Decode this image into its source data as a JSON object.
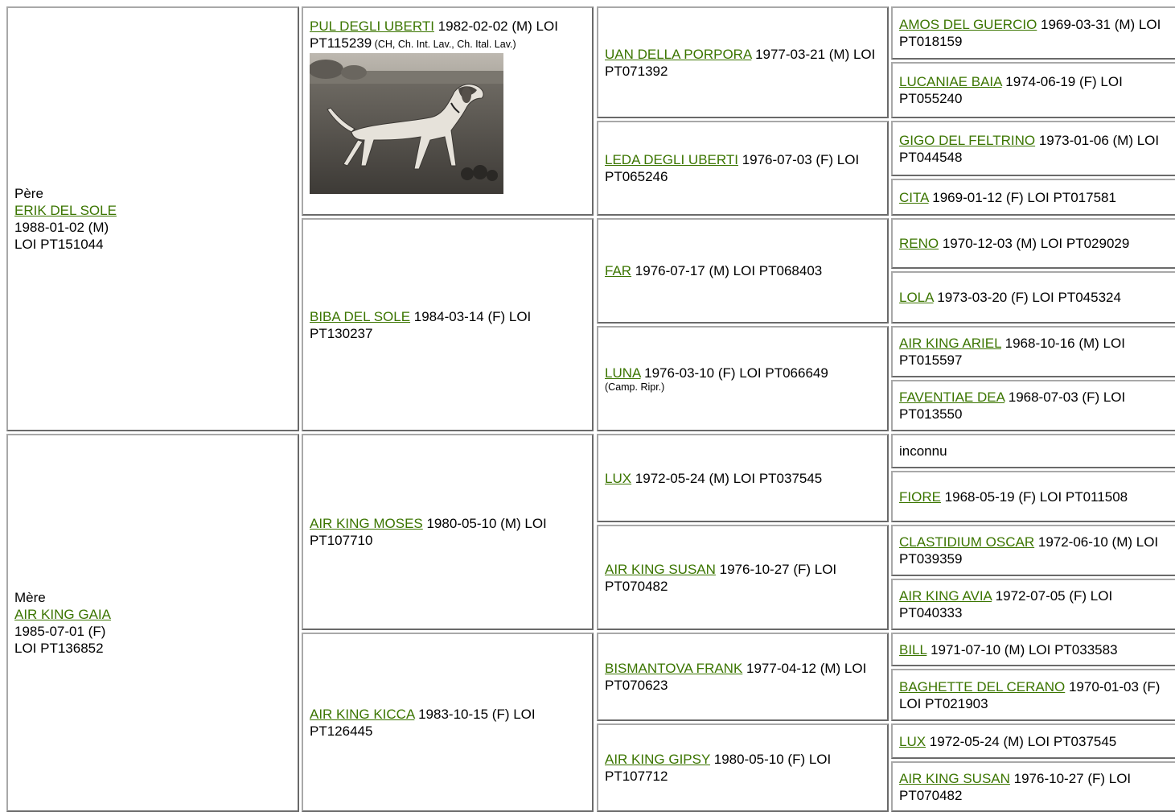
{
  "sire": {
    "label": "Père",
    "name": "ERIK DEL SOLE",
    "line1": "1988-01-02 (M)",
    "line2": "LOI PT151044"
  },
  "dam": {
    "label": "Mère",
    "name": "AIR KING GAIA",
    "line1": "1985-07-01 (F)",
    "line2": "LOI PT136852"
  },
  "gen2": [
    {
      "name": "PUL DEGLI UBERTI",
      "info": " 1982-02-02 (M) LOI PT115239",
      "titles": " (CH, Ch. Int. Lav., Ch. Ital. Lav.)"
    },
    {
      "name": "BIBA DEL SOLE",
      "info": " 1984-03-14 (F) LOI PT130237"
    },
    {
      "name": "AIR KING MOSES",
      "info": " 1980-05-10 (M) LOI PT107710"
    },
    {
      "name": "AIR KING KICCA",
      "info": " 1983-10-15 (F) LOI PT126445"
    }
  ],
  "gen3": [
    {
      "name": "UAN DELLA PORPORA",
      "info": " 1977-03-21 (M) LOI PT071392"
    },
    {
      "name": "LEDA DEGLI UBERTI",
      "info": " 1976-07-03 (F) LOI PT065246"
    },
    {
      "name": "FAR",
      "info": " 1976-07-17 (M) LOI PT068403"
    },
    {
      "name": "LUNA",
      "info": " 1976-03-10 (F) LOI PT066649",
      "titles": "(Camp. Ripr.)"
    },
    {
      "name": "LUX",
      "info": " 1972-05-24 (M) LOI PT037545"
    },
    {
      "name": "AIR KING SUSAN",
      "info": " 1976-10-27 (F) LOI PT070482"
    },
    {
      "name": "BISMANTOVA FRANK",
      "info": " 1977-04-12 (M) LOI PT070623"
    },
    {
      "name": "AIR KING GIPSY",
      "info": " 1980-05-10 (F) LOI PT107712"
    }
  ],
  "gen4": [
    {
      "name": "AMOS DEL GUERCIO",
      "info": " 1969-03-31 (M) LOI PT018159"
    },
    {
      "name": "LUCANIAE BAIA",
      "info": " 1974-06-19 (F) LOI PT055240"
    },
    {
      "name": "GIGO DEL FELTRINO",
      "info": " 1973-01-06 (M) LOI PT044548"
    },
    {
      "name": "CITA",
      "info": " 1969-01-12 (F) LOI PT017581"
    },
    {
      "name": "RENO",
      "info": " 1970-12-03 (M) LOI PT029029"
    },
    {
      "name": "LOLA",
      "info": " 1973-03-20 (F) LOI PT045324"
    },
    {
      "name": "AIR KING ARIEL",
      "info": " 1968-10-16 (M) LOI PT015597"
    },
    {
      "name": "FAVENTIAE DEA",
      "info": " 1968-07-03 (F) LOI PT013550"
    },
    {
      "name": "",
      "info": "inconnu"
    },
    {
      "name": "FIORE",
      "info": " 1968-05-19 (F) LOI PT011508"
    },
    {
      "name": "CLASTIDIUM OSCAR",
      "info": " 1972-06-10 (M) LOI PT039359"
    },
    {
      "name": "AIR KING AVIA",
      "info": " 1972-07-05 (F) LOI PT040333"
    },
    {
      "name": "BILL",
      "info": " 1971-07-10 (M) LOI PT033583"
    },
    {
      "name": "BAGHETTE DEL CERANO",
      "info": " 1970-01-03 (F) LOI PT021903"
    },
    {
      "name": "LUX",
      "info": " 1972-05-24 (M) LOI PT037545"
    },
    {
      "name": "AIR KING SUSAN",
      "info": " 1976-10-27 (F) LOI PT070482"
    }
  ],
  "photo": {
    "icon": "dog-photo"
  }
}
